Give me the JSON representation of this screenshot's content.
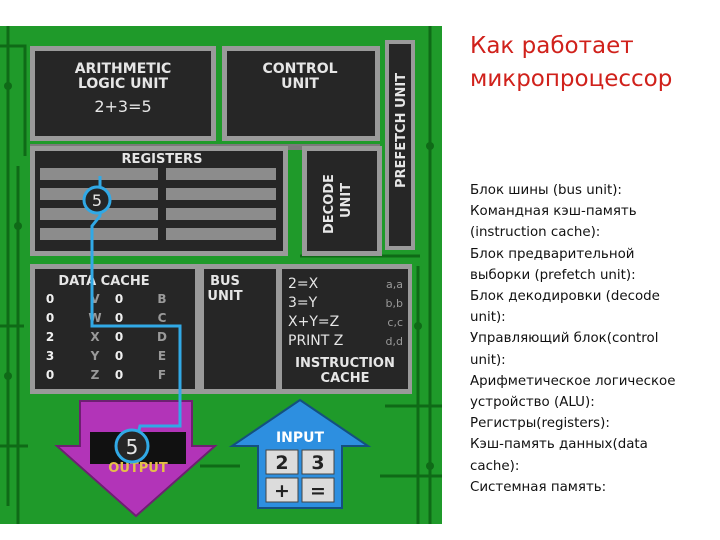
{
  "title": {
    "line1": "Как работает",
    "line2": "микропроцессор"
  },
  "list": [
    "Блок шины (bus unit):",
    "Командная кэш-память",
    "(instruction cache):",
    "Блок предварительной",
    "выборки (prefetch unit):",
    "Блок декодировки (decode",
    "unit):",
    "Управляющий блок(control",
    "unit):",
    "Арифметическое логическое",
    "устройство (ALU):",
    "Регистры(registers):",
    "Кэш-память данных(data",
    "cache):",
    "Системная память:"
  ],
  "diagram": {
    "alu_label_1": "ARITHMETIC",
    "alu_label_2": "LOGIC UNIT",
    "alu_value": "2+3=5",
    "control_label_1": "CONTROL",
    "control_label_2": "UNIT",
    "prefetch_label": "PREFETCH UNIT",
    "registers_label": "REGISTERS",
    "register_value": "5",
    "decode_label_1": "DECODE",
    "decode_label_2": "UNIT",
    "data_cache_label": "DATA CACHE",
    "data_cache_rows": [
      [
        "0",
        "V",
        "0",
        "B"
      ],
      [
        "0",
        "W",
        "0",
        "C"
      ],
      [
        "2",
        "X",
        "0",
        "D"
      ],
      [
        "3",
        "Y",
        "0",
        "E"
      ],
      [
        "0",
        "Z",
        "0",
        "F"
      ]
    ],
    "bus_label_1": "BUS",
    "bus_label_2": "UNIT",
    "instructions": [
      {
        "code": "2=X",
        "addr": "a,a"
      },
      {
        "code": "3=Y",
        "addr": "b,b"
      },
      {
        "code": "X+Y=Z",
        "addr": "c,c"
      },
      {
        "code": "PRINT Z",
        "addr": "d,d"
      }
    ],
    "icache_label_1": "INSTRUCTION",
    "icache_label_2": "CACHE",
    "output_value": "5",
    "output_label": "OUTPUT",
    "input_label": "INPUT",
    "input_keys": [
      "2",
      "3",
      "+",
      "="
    ]
  },
  "colors": {
    "board_green": "#1f9a2a",
    "panel_dark": "#262626",
    "panel_frame": "#9a9a9a",
    "bus_line": "#31a9e6",
    "output_arrow": "#b234b8",
    "input_arrow": "#2d8fe0",
    "title_red": "#d0211b"
  }
}
